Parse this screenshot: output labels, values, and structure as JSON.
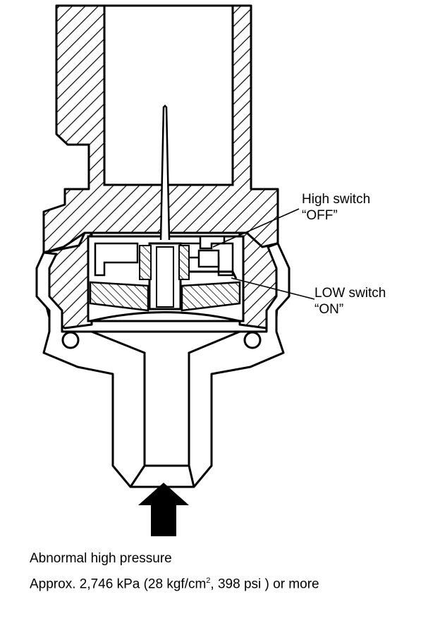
{
  "labels": {
    "high_switch": {
      "title": "High switch",
      "state": "“OFF”"
    },
    "low_switch": {
      "title": "LOW switch",
      "state": "“ON”"
    }
  },
  "caption": {
    "line1": "Abnormal high pressure",
    "line2_prefix": "Approx. 2,746 kPa (28 kgf/cm",
    "line2_sup": "2",
    "line2_suffix": ", 398 psi ) or more"
  },
  "colors": {
    "ink": "#000000",
    "paper": "#ffffff"
  }
}
